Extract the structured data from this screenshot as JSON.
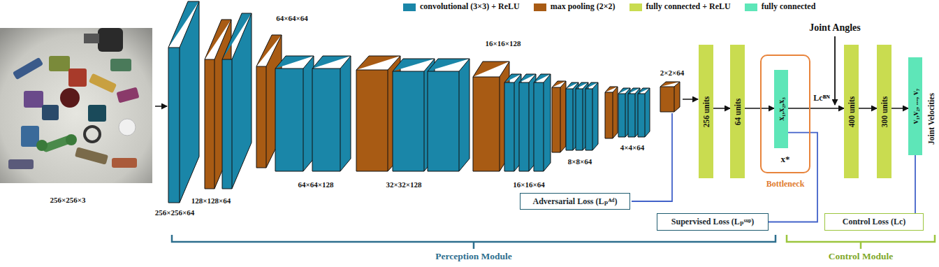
{
  "diagram": {
    "nodes": [
      {
        "text": [
          "256 units"
        ]
      },
      {
        "text": [
          "64 units"
        ]
      },
      {
        "text": [
          "x*",
          "Bottleneck"
        ]
      },
      {
        "text": [
          "x₁,x₂,x₃"
        ],
        "in": 2
      },
      {
        "text": [
          "400 units"
        ]
      },
      {
        "text": [
          "300 units"
        ]
      },
      {
        "text": [
          "v₁,v₂, ..., v₇"
        ]
      },
      {
        "text": [
          "Adversarial Loss (Lₚᴬᵈ)"
        ]
      },
      {
        "text": [
          "Supervised Loss (Lₚˢᵘᵖ)"
        ]
      },
      {
        "text": [
          "Control Loss (Lc)"
        ]
      }
    ],
    "edges": [
      {
        "from": 0,
        "to": 1,
        "arrow": "to"
      },
      {
        "from": 1,
        "to": 3,
        "arrow": "to"
      },
      {
        "from": 3,
        "to": 4,
        "arrow": "to",
        "label": "Lcᴮᴺ"
      },
      {
        "from": 4,
        "to": 5,
        "arrow": "to"
      },
      {
        "from": 5,
        "to": 6,
        "arrow": "to"
      },
      {
        "from": 3,
        "to": 8,
        "arrow": "none"
      },
      {
        "from": 6,
        "to": 9,
        "arrow": "none"
      }
    ],
    "labels": [
      "256×256×3",
      "256×256×64",
      "128×128×64",
      "64×64×64",
      "64×64×128",
      "32×32×128",
      "16×16×128",
      "16×16×64",
      "8×8×64",
      "4×4×64",
      "2×2×64",
      "Joint Angles",
      "Joint Velocities",
      "Perception Module",
      "Control Module"
    ],
    "legend": [
      {
        "text": "convolutional (3×3) + ReLU",
        "color": "#1a86a8"
      },
      {
        "text": "max pooling (2×2)",
        "color": "#a85b14"
      },
      {
        "text": "fully connected + ReLU",
        "color": "#c9dc50"
      },
      {
        "text": "fully connected",
        "color": "#5ee6b8"
      }
    ]
  }
}
